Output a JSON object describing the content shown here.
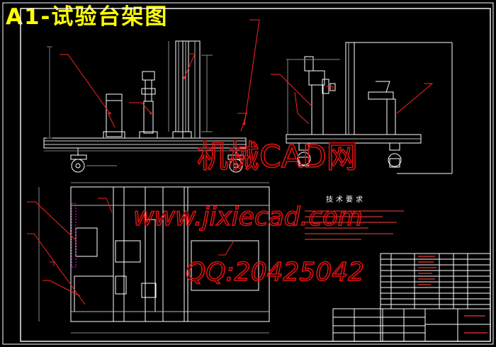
{
  "title": "A1-试验台架图",
  "notes_heading": "技术要求",
  "watermarks": {
    "line1": "机械CAD网",
    "line2": "www.jixiecad.com",
    "line3": "QQ:20425042"
  },
  "colors": {
    "background": "#000000",
    "title": "#ffff00",
    "lines": "#ffffff",
    "leaders": "#ff2020",
    "hatch": "#ff00ff",
    "watermark": "#e01010"
  }
}
